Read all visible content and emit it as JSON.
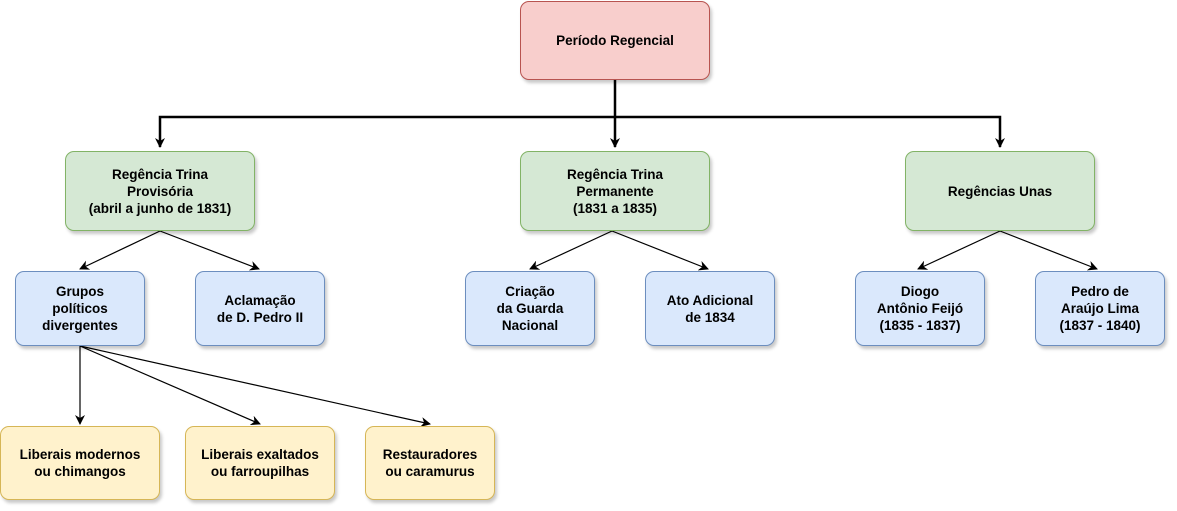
{
  "nodes": {
    "root": "Período Regencial",
    "trina_provisoria": "Regência Trina\nProvisória\n(abril a junho de 1831)",
    "trina_permanente": "Regência Trina\nPermanente\n(1831 a 1835)",
    "unas": "Regências Unas",
    "grupos": "Grupos\npolíticos\ndivergentes",
    "aclamacao": "Aclamação\nde D. Pedro II",
    "guarda": "Criação\nda Guarda\nNacional",
    "ato": "Ato Adicional\nde 1834",
    "feijo": "Diogo\nAntônio Feijó\n(1835 - 1837)",
    "araujo": "Pedro de\nAraújo Lima\n(1837 - 1840)",
    "moderados": "Liberais modernos\nou chimangos",
    "exaltados": "Liberais exaltados\nou farroupilhas",
    "restauradores": "Restauradores\nou caramurus"
  },
  "colors": {
    "red_fill": "#f8cecc",
    "red_stroke": "#b85450",
    "green_fill": "#d5e8d4",
    "green_stroke": "#82b366",
    "blue_fill": "#dae8fc",
    "blue_stroke": "#6c8ebf",
    "yellow_fill": "#fff2cc",
    "yellow_stroke": "#d6b656"
  }
}
